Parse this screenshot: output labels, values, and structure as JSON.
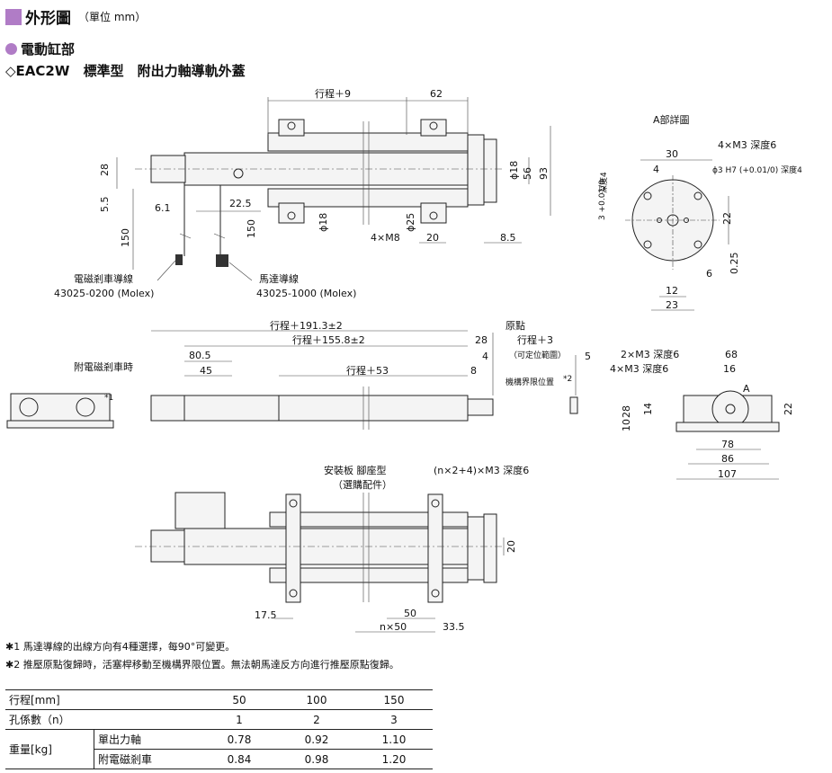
{
  "header": {
    "title": "外形圖",
    "unit": "（單位 mm）",
    "section": "電動缸部",
    "model": "◇EAC2W",
    "model_desc": "標準型　附出力軸導軌外蓋"
  },
  "drawing": {
    "top": {
      "stroke9": "行程＋9",
      "d62": "62",
      "d28": "28",
      "d55": "5.5",
      "d150a": "150",
      "d61": "6.1",
      "d225": "22.5",
      "d150b": "150",
      "phi18a": "ϕ18",
      "d56": "56",
      "d93": "93",
      "phi18b": "ϕ18",
      "phi25": "ϕ25",
      "m8": "4×M8",
      "d20": "20",
      "d85": "8.5",
      "brake_cable": "電磁剎車導線",
      "brake_part": "43025-0200 (Molex)",
      "motor_cable": "馬達導線",
      "motor_part": "43025-1000 (Molex)"
    },
    "detail": {
      "title": "A部詳圖",
      "m3": "4×M3 深度6",
      "d30": "30",
      "d4": "4",
      "h7": "ϕ3 H7 (+0.01/0) 深度4",
      "depth4": "深度4",
      "tol": "3 +0.01/0",
      "d22": "22",
      "d6": "6",
      "d025": "0.25",
      "d12": "12",
      "d23": "23"
    },
    "mid": {
      "s191": "行程＋191.3±2",
      "s155": "行程＋155.8±2",
      "origin": "原點",
      "d28": "28",
      "s3": "行程＋3",
      "range": "（可定位範圍）",
      "d4": "4",
      "d5": "5",
      "brake_label": "附電磁剎車時",
      "d805": "80.5",
      "d45": "45",
      "s53": "行程＋53",
      "d8": "8",
      "limit": "機構界限位置",
      "limit_mark": "*2",
      "star1": "*1"
    },
    "end": {
      "m3a": "2×M3 深度6",
      "m3b": "4×M3 深度6",
      "d68": "68",
      "d16": "16",
      "a": "A",
      "d10": "10",
      "d28": "28",
      "d14": "14",
      "d22": "22",
      "d78": "78",
      "d86": "86",
      "d107": "107"
    },
    "bottom": {
      "plate": "安裝板 腳座型",
      "option": "（選購配件）",
      "holes": "(n×2+4)×M3 深度6",
      "d20": "20",
      "d175": "17.5",
      "d50": "50",
      "n50": "n×50",
      "d335": "33.5"
    }
  },
  "notes": {
    "n1_mark": "✱1",
    "n1": "馬達導線的出線方向有4種選擇，每90°可變更。",
    "n2_mark": "✱2",
    "n2": "推壓原點復歸時，活塞桿移動至機構界限位置。無法朝馬達反方向進行推壓原點復歸。"
  },
  "table": {
    "header": [
      "行程[mm]",
      "50",
      "100",
      "150"
    ],
    "rows": [
      {
        "label": "孔係數（n）",
        "sub": "",
        "values": [
          "1",
          "2",
          "3"
        ]
      },
      {
        "label": "重量[kg]",
        "sub": "單出力軸",
        "values": [
          "0.78",
          "0.92",
          "1.10"
        ]
      },
      {
        "label": "",
        "sub": "附電磁剎車",
        "values": [
          "0.84",
          "0.98",
          "1.20"
        ]
      }
    ]
  }
}
